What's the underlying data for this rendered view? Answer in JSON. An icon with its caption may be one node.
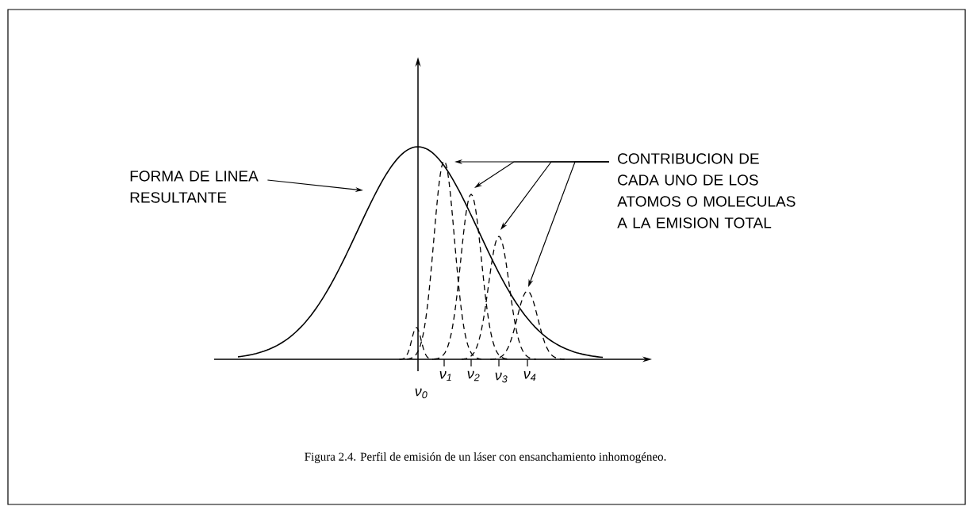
{
  "diagram": {
    "caption": "Figura 2.4. Perfil de emisión de un láser con ensanchamiento inhomogéneo.",
    "nodes": [
      {
        "text": [
          "FORMA DE LINEA RESULTANTE"
        ]
      },
      {
        "text": [
          "CONTRIBUCION DE CADA UNO DE LOS ATOMOS O MOLECULAS A LA EMISION TOTAL"
        ]
      }
    ],
    "edges": [
      {
        "from": 0,
        "to": null,
        "arrow": "to"
      },
      {
        "from": 1,
        "to": null,
        "arrow": "to"
      },
      {
        "from": 1,
        "to": null,
        "arrow": "to"
      },
      {
        "from": 1,
        "to": null,
        "arrow": "to"
      },
      {
        "from": 1,
        "to": null,
        "arrow": "to"
      }
    ],
    "labels": [
      "ν$_{1}$",
      "ν$_{2}$",
      "ν$_{3}$",
      "ν$_{4}$",
      "ν$_{0}$"
    ]
  }
}
